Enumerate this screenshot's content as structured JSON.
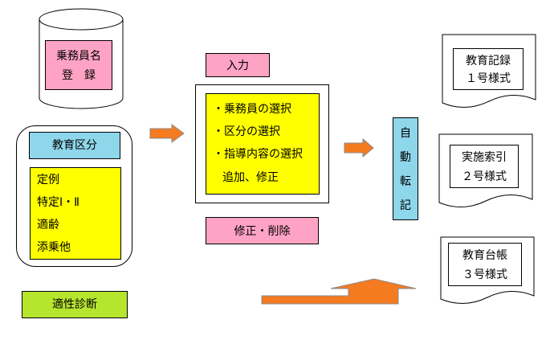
{
  "register": {
    "line1": "乗務員名",
    "line2": "登　録"
  },
  "category": {
    "title": "教育区分",
    "items": [
      "定例",
      "特定Ⅰ・Ⅱ",
      "適齢",
      "添乗他"
    ]
  },
  "aptitude": "適性診断",
  "input": {
    "title": "入力",
    "items": [
      "・乗務員の選択",
      "・区分の選択",
      "・指導内容の選択",
      "追加、修正"
    ]
  },
  "edit": "修正・削除",
  "auto_post": {
    "chars": [
      "自",
      "動",
      "転",
      "記"
    ]
  },
  "outputs": [
    {
      "name": "教育記録",
      "form": "１号様式"
    },
    {
      "name": "実施索引",
      "form": "２号様式"
    },
    {
      "name": "教育台帳",
      "form": "３号様式"
    }
  ],
  "colors": {
    "pink": "#ffa3c4",
    "cyan": "#8ed6ea",
    "yellow": "#ffff00",
    "green": "#b6e52e",
    "arrow": "#f47b20"
  }
}
